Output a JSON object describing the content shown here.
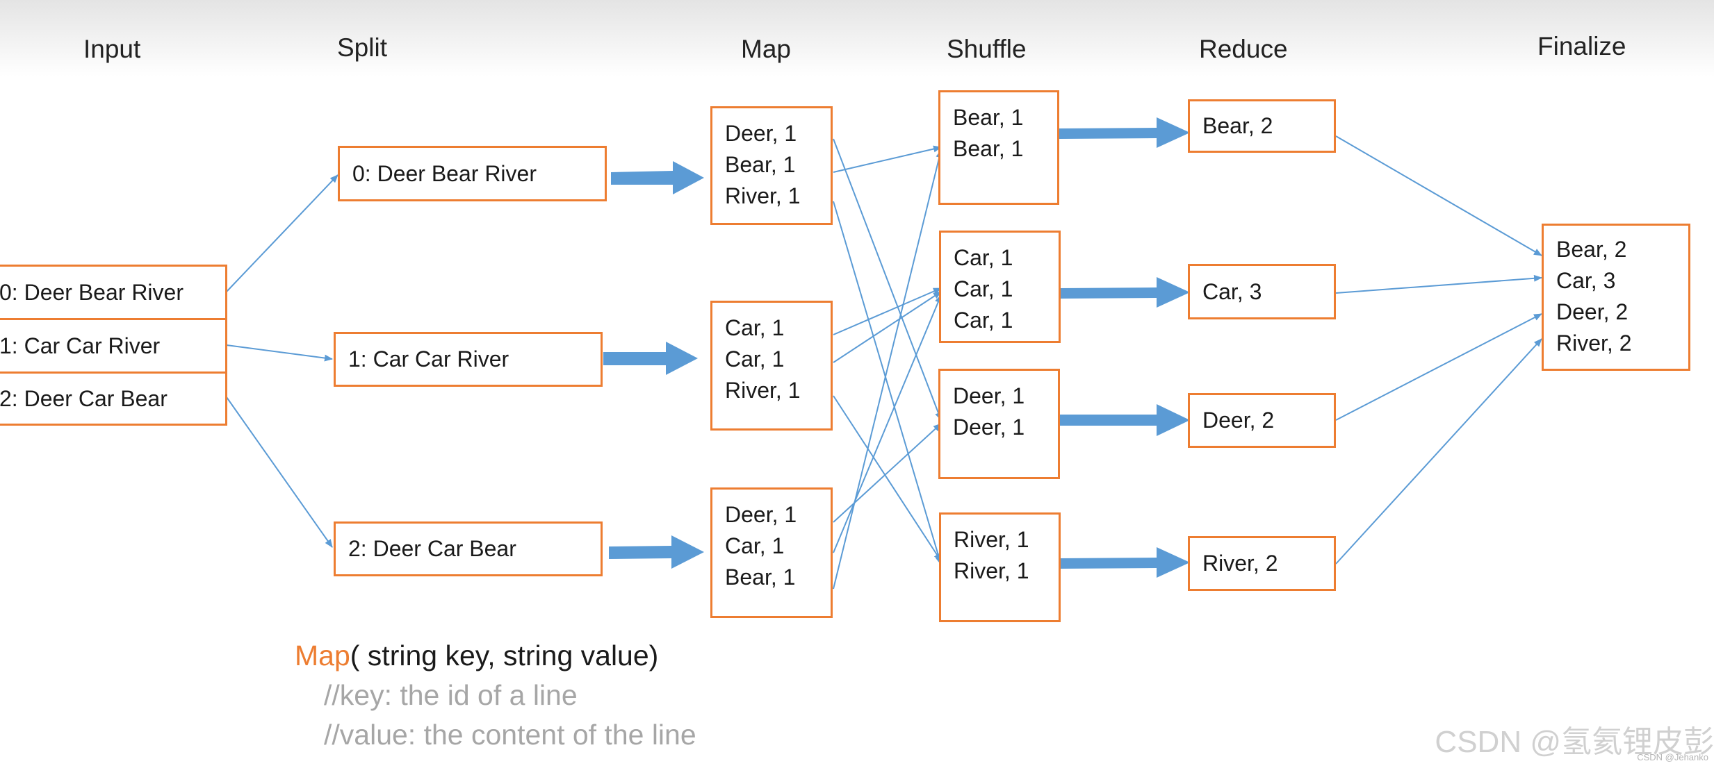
{
  "columns": {
    "input": "Input",
    "split": "Split",
    "map": "Map",
    "shuffle": "Shuffle",
    "reduce": "Reduce",
    "finalize": "Finalize"
  },
  "input_rows": [
    "0: Deer Bear River",
    "1: Car Car River",
    "2: Deer Car Bear"
  ],
  "split_boxes": [
    "0: Deer Bear River",
    "1: Car Car River",
    "2: Deer Car Bear"
  ],
  "map_boxes": [
    [
      "Deer, 1",
      "Bear, 1",
      "River, 1"
    ],
    [
      "Car, 1",
      "Car, 1",
      "River, 1"
    ],
    [
      "Deer, 1",
      "Car, 1",
      "Bear, 1"
    ]
  ],
  "shuffle_boxes": [
    [
      "Bear, 1",
      "Bear, 1"
    ],
    [
      "Car, 1",
      "Car, 1",
      "Car, 1"
    ],
    [
      "Deer, 1",
      "Deer, 1"
    ],
    [
      "River, 1",
      "River, 1"
    ]
  ],
  "reduce_boxes": [
    "Bear, 2",
    "Car, 3",
    "Deer, 2",
    "River, 2"
  ],
  "finalize_box": [
    "Bear, 2",
    "Car, 3",
    "Deer, 2",
    "River, 2"
  ],
  "code": {
    "fn_name": "Map",
    "signature": "( string key, string value)",
    "comment1": "//key: the id of a line",
    "comment2": "//value: the content of the line"
  },
  "watermark": "CSDN @氢氦锂皮彭",
  "watermark_small": "CSDN @Jehanko",
  "colors": {
    "box_border": "#ed7d31",
    "arrow_blue": "#5b9bd5",
    "comment_gray": "#a6a6a6"
  }
}
